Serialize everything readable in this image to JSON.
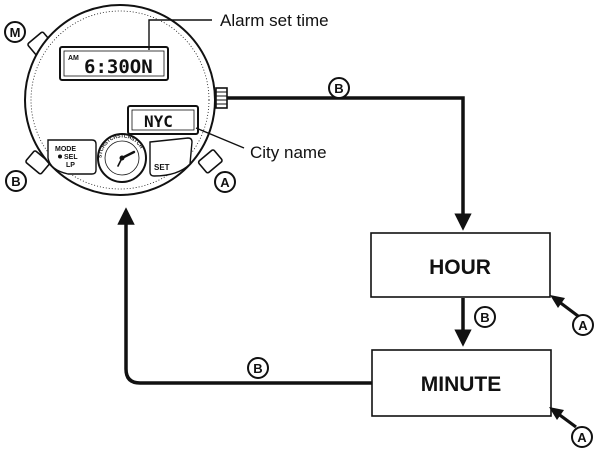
{
  "callouts": {
    "alarm_set_time": "Alarm set time",
    "city_name": "City name"
  },
  "watch": {
    "display_ampm": "AM",
    "display_time": "6:30ON",
    "city_display": "NYC",
    "mode_line1": "MODE",
    "mode_line2": "SEL",
    "mode_line3": "LP",
    "set_label": "SET",
    "dial_ring_text": "STCHSTCHSTCHSTCH",
    "buttons": {
      "m": "M",
      "b": "B",
      "a": "A"
    }
  },
  "flow": {
    "hour_label": "HOUR",
    "minute_label": "MINUTE",
    "b_label_top": "B",
    "b_label_middle": "B",
    "b_label_bottom": "B",
    "a_label_hour": "A",
    "a_label_minute": "A"
  }
}
